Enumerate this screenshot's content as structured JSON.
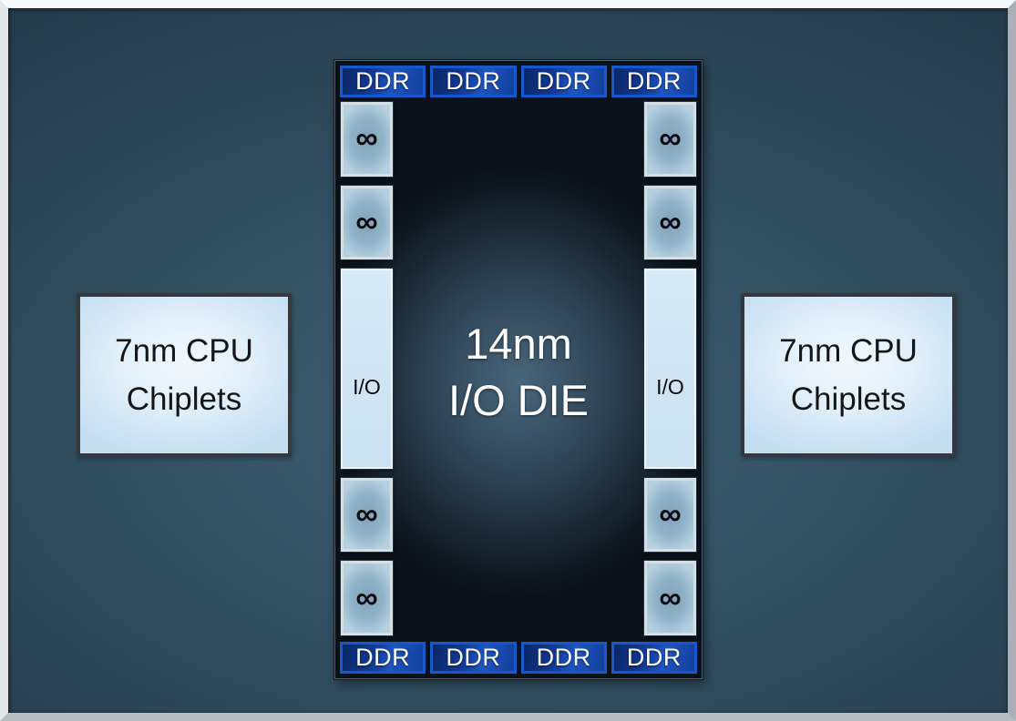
{
  "diagram": {
    "io_die": {
      "line1": "14nm",
      "line2": "I/O DIE"
    },
    "ddr_top": [
      "DDR",
      "DDR",
      "DDR",
      "DDR"
    ],
    "ddr_bottom": [
      "DDR",
      "DDR",
      "DDR",
      "DDR"
    ],
    "left_links": [
      "∞",
      "∞",
      "I/O",
      "∞",
      "∞"
    ],
    "right_links": [
      "∞",
      "∞",
      "I/O",
      "∞",
      "∞"
    ],
    "cpu_left": {
      "line1": "7nm CPU",
      "line2": "Chiplets"
    },
    "cpu_right": {
      "line1": "7nm CPU",
      "line2": "Chiplets"
    },
    "colors": {
      "background_teal": "#2f4c5f",
      "frame_bevel_light": "#f6f9fb",
      "frame_bevel_dark": "#aab0b5",
      "ddr_border_blue": "#1659cd",
      "ddr_fill_navy": "#0a2765",
      "ddr_fill_blue": "#1e55c0",
      "die_center": "#48667c",
      "die_edge": "#0a1118",
      "fabric_link_steel": "#8fb3c9",
      "io_link_light": "#cfe5f4",
      "cpu_fill_light": "#e2f0fa",
      "cpu_border_dark": "#35393d",
      "text_light": "#ffffff",
      "text_dark": "#161616"
    }
  }
}
